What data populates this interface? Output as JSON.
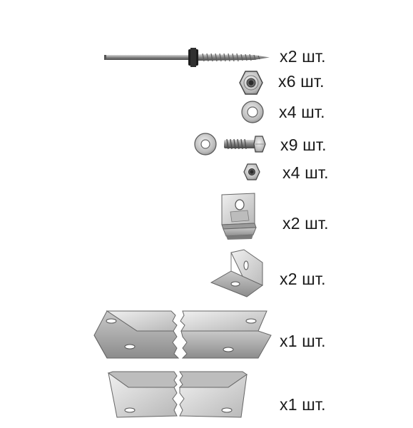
{
  "items": [
    {
      "part": "hanger-bolt",
      "quantity": "x2 шт."
    },
    {
      "part": "hex-nut-large",
      "quantity": "x6 шт."
    },
    {
      "part": "flat-washer",
      "quantity": "x4 шт."
    },
    {
      "part": "bolt-with-washer",
      "quantity": "x9 шт."
    },
    {
      "part": "hex-nut-small",
      "quantity": "x4 шт."
    },
    {
      "part": "slot-clamp",
      "quantity": "x2 шт."
    },
    {
      "part": "angle-bracket",
      "quantity": "x2 шт."
    },
    {
      "part": "angle-profile-front",
      "quantity": "x1 шт."
    },
    {
      "part": "angle-profile-inner",
      "quantity": "x1 шт."
    }
  ]
}
